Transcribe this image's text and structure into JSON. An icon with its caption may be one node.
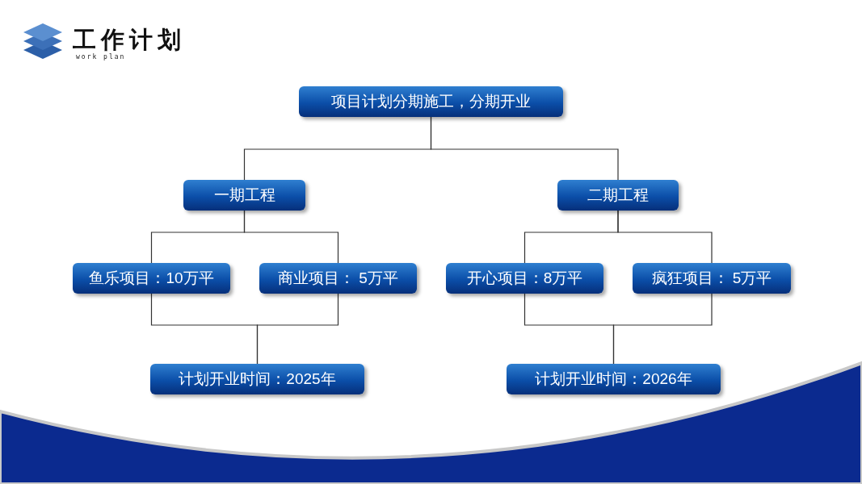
{
  "diagram": {
    "title": "工作计划",
    "nodes": [
      {
        "text": [
          "项目计划分期施工，分期开业"
        ]
      },
      {
        "text": [
          "一期工程"
        ]
      },
      {
        "text": [
          "二期工程"
        ]
      },
      {
        "text": [
          "鱼乐项目：10万平"
        ]
      },
      {
        "text": [
          "商业项目： 5万平"
        ]
      },
      {
        "text": [
          "开心项目：8万平"
        ]
      },
      {
        "text": [
          "疯狂项目： 5万平"
        ]
      },
      {
        "text": [
          "计划开业时间：2025年"
        ]
      },
      {
        "text": [
          "计划开业时间：2026年"
        ]
      }
    ],
    "edges": [
      {
        "from": 0,
        "to": 1,
        "arrow": "none"
      },
      {
        "from": 0,
        "to": 2,
        "arrow": "none"
      },
      {
        "from": 1,
        "to": 3,
        "arrow": "none"
      },
      {
        "from": 1,
        "to": 4,
        "arrow": "none"
      },
      {
        "from": 2,
        "to": 5,
        "arrow": "none"
      },
      {
        "from": 2,
        "to": 6,
        "arrow": "none"
      },
      {
        "from": 3,
        "to": 7,
        "arrow": "none"
      },
      {
        "from": 4,
        "to": 7,
        "arrow": "none"
      },
      {
        "from": 5,
        "to": 8,
        "arrow": "none"
      },
      {
        "from": 6,
        "to": 8,
        "arrow": "none"
      }
    ],
    "labels": [
      "work plan"
    ]
  }
}
